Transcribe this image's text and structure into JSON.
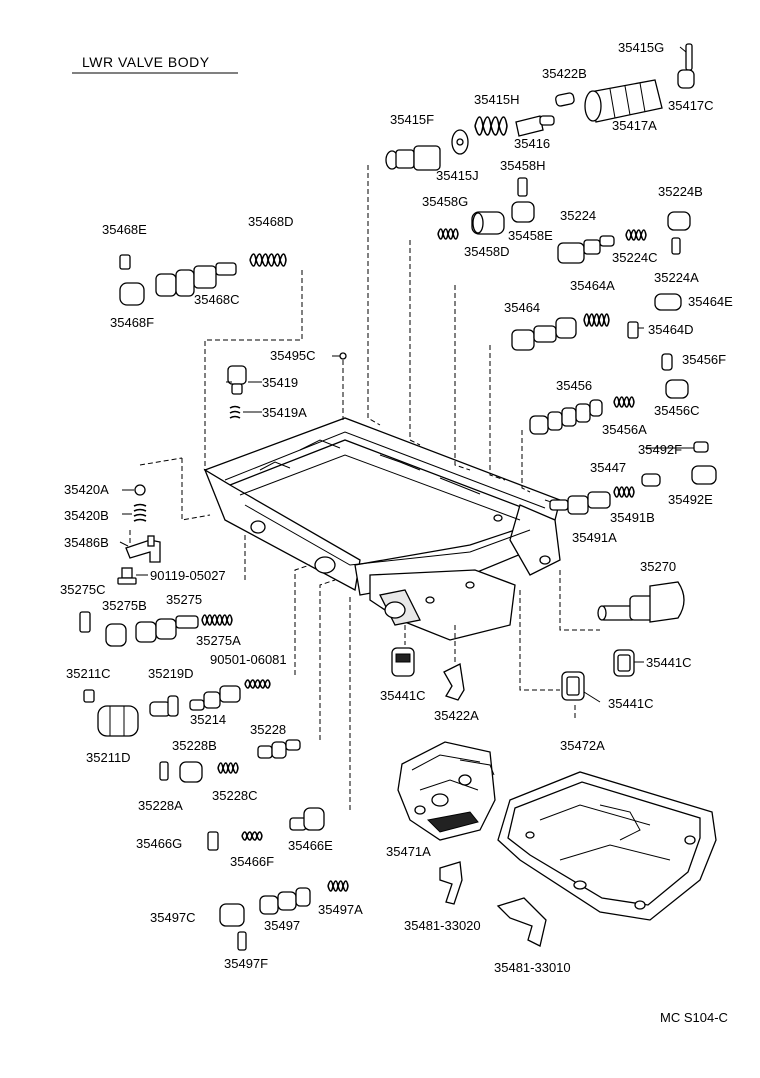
{
  "title": "LWR VALVE BODY",
  "footer": "MC  S104-C",
  "labels": {
    "p35415G": "35415G",
    "p35422B": "35422B",
    "p35415H": "35415H",
    "p35415F": "35415F",
    "p35416": "35416",
    "p35417C": "35417C",
    "p35417A": "35417A",
    "p35415J": "35415J",
    "p35458H": "35458H",
    "p35458G": "35458G",
    "p35458E": "35458E",
    "p35458D": "35458D",
    "p35224": "35224",
    "p35224B": "35224B",
    "p35224C": "35224C",
    "p35224A": "35224A",
    "p35468E": "35468E",
    "p35468D": "35468D",
    "p35468C": "35468C",
    "p35468F": "35468F",
    "p35464": "35464",
    "p35464A": "35464A",
    "p35464E": "35464E",
    "p35464D": "35464D",
    "p35495C": "35495C",
    "p35419": "35419",
    "p35419A": "35419A",
    "p35456F": "35456F",
    "p35456": "35456",
    "p35456C": "35456C",
    "p35456A": "35456A",
    "p35492F": "35492F",
    "p35447": "35447",
    "p35492E": "35492E",
    "p35420A": "35420A",
    "p35491B": "35491B",
    "p35491A": "35491A",
    "p35420B": "35420B",
    "p35486B": "35486B",
    "p90119": "90119-05027",
    "p35275C": "35275C",
    "p35275": "35275",
    "p35275B": "35275B",
    "p35270": "35270",
    "p35275A": "35275A",
    "p90501": "90501-06081",
    "p35211C": "35211C",
    "p35219D": "35219D",
    "p35441C1": "35441C",
    "p35441C2": "35441C",
    "p35441C3": "35441C",
    "p35422A": "35422A",
    "p35214": "35214",
    "p35211D": "35211D",
    "p35228": "35228",
    "p35228B": "35228B",
    "p35228C": "35228C",
    "p35228A": "35228A",
    "p35472A": "35472A",
    "p35466G": "35466G",
    "p35466F": "35466F",
    "p35466E": "35466E",
    "p35471A": "35471A",
    "p35497C": "35497C",
    "p35497": "35497",
    "p35497A": "35497A",
    "p35481_33020": "35481-33020",
    "p35497F": "35497F",
    "p35481_33010": "35481-33010"
  }
}
